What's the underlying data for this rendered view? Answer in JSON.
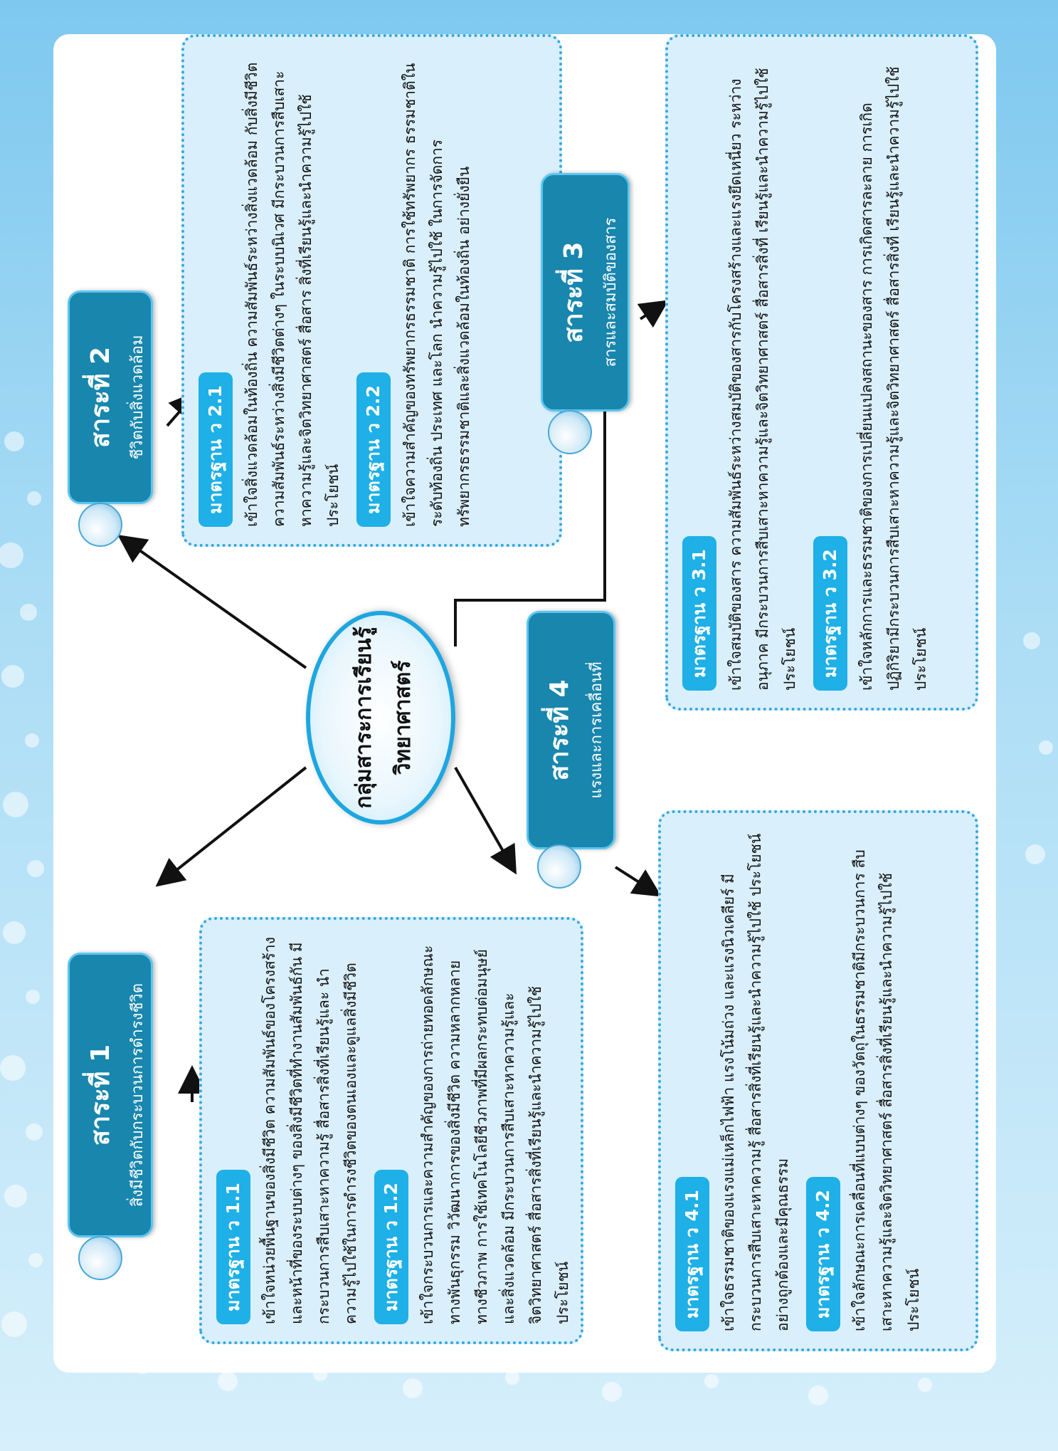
{
  "center": {
    "line1": "กลุ่มสาระการเรียนรู้",
    "line2": "วิทยาศาสตร์"
  },
  "strands": [
    {
      "title": "สาระที่ 1",
      "subtitle": "สิ่งมีชีวิตกับกระบวนการดำรงชีวิต"
    },
    {
      "title": "สาระที่ 2",
      "subtitle": "ชีวิตกับสิ่งแวดล้อม"
    },
    {
      "title": "สาระที่ 3",
      "subtitle": "สารและสมบัติของสาร"
    },
    {
      "title": "สาระที่ 4",
      "subtitle": "แรงและการเคลื่อนที่"
    }
  ],
  "standards": {
    "s1_1": {
      "label": "มาตรฐาน ว 1.1",
      "text": "เข้าใจหน่วยพื้นฐานของสิ่งมีชีวิต ความสัมพันธ์ของโครงสร้าง และหน้าที่ของระบบต่างๆ ของสิ่งมีชีวิตที่ทำงานสัมพันธ์กัน มีกระบวนการสืบเสาะหาความรู้ สื่อสารสิ่งที่เรียนรู้และ นำความรู้ไปใช้ในการดำรงชีวิตของตนเองและดูแลสิ่งมีชีวิต"
    },
    "s1_2": {
      "label": "มาตรฐาน ว 1.2",
      "text": "เข้าใจกระบวนการและความสำคัญของการถ่ายทอดลักษณะ ทางพันธุกรรม วิวัฒนาการของสิ่งมีชีวิต ความหลากหลาย ทางชีวภาพ การใช้เทคโนโลยีชีวภาพที่มีผลกระทบต่อมนุษย์ และสิ่งแวดล้อม มีกระบวนการสืบเสาะหาความรู้และ จิตวิทยาศาสตร์ สื่อสารสิ่งที่เรียนรู้และนำความรู้ไปใช้ ประโยชน์"
    },
    "s2_1": {
      "label": "มาตรฐาน ว 2.1",
      "text": "เข้าใจสิ่งแวดล้อมในท้องถิ่น ความสัมพันธ์ระหว่างสิ่งแวดล้อม กับสิ่งมีชีวิต ความสัมพันธ์ระหว่างสิ่งมีชีวิตต่างๆ ในระบบนิเวศ มีกระบวนการสืบเสาะหาความรู้และจิตวิทยาศาสตร์ สื่อสาร สิ่งที่เรียนรู้และนำความรู้ไปใช้ประโยชน์"
    },
    "s2_2": {
      "label": "มาตรฐาน ว 2.2",
      "text": "เข้าใจความสำคัญของทรัพยากรธรรมชาติ การใช้ทรัพยากร ธรรมชาติในระดับท้องถิ่น ประเทศ และโลก นำความรู้ไปใช้ ในการจัดการทรัพยากรธรรมชาติและสิ่งแวดล้อมในท้องถิ่น อย่างยั่งยืน"
    },
    "s3_1": {
      "label": "มาตรฐาน ว 3.1",
      "text": "เข้าใจสมบัติของสาร ความสัมพันธ์ระหว่างสมบัติของสารกับโครงสร้างและแรงยึดเหนี่ยว ระหว่างอนุภาค มีกระบวนการสืบเสาะหาความรู้และจิตวิทยาศาสตร์ สื่อสารสิ่งที่ เรียนรู้และนำความรู้ไปใช้ประโยชน์"
    },
    "s3_2": {
      "label": "มาตรฐาน ว 3.2",
      "text": "เข้าใจหลักการและธรรมชาติของการเปลี่ยนแปลงสถานะของสาร การเกิดสารละลาย การเกิดปฏิกิริยามีกระบวนการสืบเสาะหาความรู้และจิตวิทยาศาสตร์ สื่อสารสิ่งที่ เรียนรู้และนำความรู้ไปใช้ประโยชน์"
    },
    "s4_1": {
      "label": "มาตรฐาน ว 4.1",
      "text": "เข้าใจธรรมชาติของแรงแม่เหล็กไฟฟ้า แรงโน้มถ่วง และแรงนิวเคลียร์ มีกระบวนการสืบเสาะหาความรู้ สื่อสารสิ่งที่เรียนรู้และนำความรู้ไปใช้ ประโยชน์อย่างถูกต้องและมีคุณธรรม"
    },
    "s4_2": {
      "label": "มาตรฐาน ว 4.2",
      "text": "เข้าใจลักษณะการเคลื่อนที่แบบต่างๆ ของวัตถุในธรรมชาติมีกระบวนการ สืบเสาะหาความรู้และจิตวิทยาศาสตร์ สื่อสารสิ่งที่เรียนรู้และนำความรู้ไปใช้ ประโยชน์"
    }
  },
  "colors": {
    "badge": "#1eb0e6",
    "header": "#1886ad",
    "box": "#d9effb",
    "border": "#35a8e0"
  }
}
